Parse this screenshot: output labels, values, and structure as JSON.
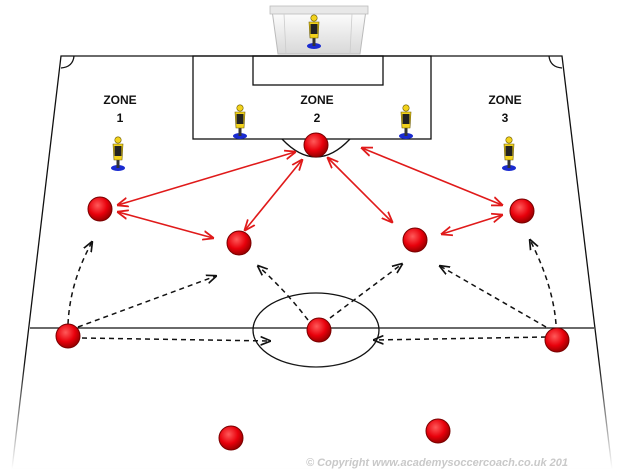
{
  "zones": [
    {
      "line1": "ZONE",
      "line2": "1"
    },
    {
      "line1": "ZONE",
      "line2": "2"
    },
    {
      "line1": "ZONE",
      "line2": "3"
    }
  ],
  "copyright": "© Copyright www.academysoccercoach.co.uk 201",
  "colors": {
    "player": "#e8000b",
    "player_stroke": "#7a0000",
    "pass_arrow": "#e01a1a",
    "run_arrow": "#111111",
    "pitch_line": "#111111",
    "mannequin_body": "#f2d21c",
    "mannequin_base": "#1a2bd0"
  },
  "icons": [
    "player-disc",
    "mannequin-icon",
    "goal-net"
  ]
}
